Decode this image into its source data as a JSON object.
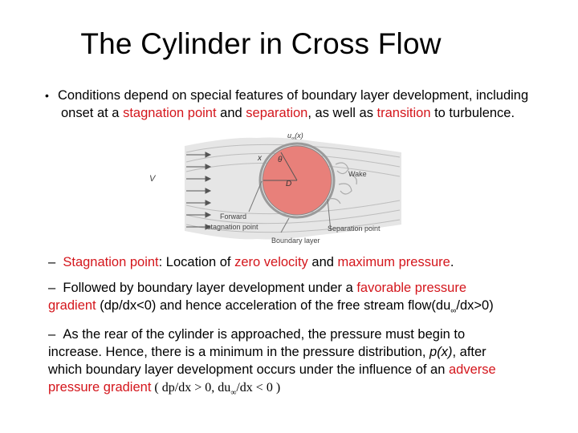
{
  "title": "The Cylinder in Cross Flow",
  "bullet1": {
    "marker": "•",
    "line1": "Conditions depend on special features of boundary layer development, including",
    "p1": "onset at a ",
    "r1": "stagnation point",
    "p2": " and ",
    "r2": "separation",
    "p3": ", as well as ",
    "r3": "transition",
    "p4": " to turbulence."
  },
  "figure": {
    "v_label": "V",
    "s_label": "x",
    "theta_label": "θ",
    "d_label": "D",
    "u_label": "u",
    "u_sub": "∞",
    "u_arg": "(x)",
    "wake_label": "Wake",
    "forward_line1": "Forward",
    "forward_line2": "stagnation point",
    "separation_label": "Separation point",
    "boundary_label": "Boundary layer",
    "colors": {
      "cylinder": "#e8807a",
      "flow": "#d8d8d8",
      "text": "#444444"
    }
  },
  "sub1": {
    "dash": "–",
    "r1": "Stagnation point",
    "p1": ":  Location of ",
    "r2": "zero velocity",
    "p2": " and ",
    "r3": "maximum pressure",
    "p3": "."
  },
  "sub2": {
    "dash": "–",
    "p1": "Followed by boundary layer development under a ",
    "r1a": "favorable pressure",
    "r1b": "gradient",
    "p2": " (dp/dx<0) and hence acceleration of the free stream flow(du",
    "p2sub": "∞",
    "p3": "/dx>0)"
  },
  "sub3": {
    "dash": "–",
    "line1": "As the rear of the cylinder is approached, the pressure must begin to",
    "line2a": "increase.  Hence, there is a minimum in the pressure distribution, ",
    "line2i": "p(x)",
    "line2b": ", after",
    "line3a": " which boundary layer development occurs under the influence of an ",
    "line3r": "adverse",
    "line4r": "pressure gradient",
    "line4s": " ( dp/dx > 0, du",
    "line4sub": "∞",
    "line4e": "/dx < 0 )"
  }
}
